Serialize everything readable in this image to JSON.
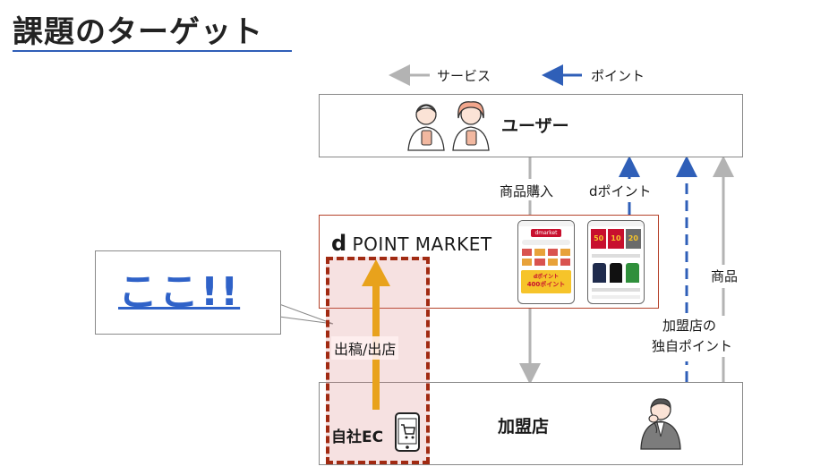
{
  "title": "課題のターゲット",
  "legend": {
    "service_label": "サービス",
    "point_label": "ポイント",
    "service_color": "#b3b3b3",
    "point_color": "#2f5fb8"
  },
  "nodes": {
    "user": "ユーザー",
    "market_d": "d",
    "market_name": "POINT MARKET",
    "store": "加盟店",
    "own_ec": "自社EC"
  },
  "edges": {
    "purchase": "商品購入",
    "d_point": "dポイント",
    "product": "商品",
    "store_point_line1": "加盟店の",
    "store_point_line2": "独自ポイント",
    "listing": "出稿/出店"
  },
  "callout": "ここ!!",
  "screens": {
    "left_brand": "dmarket",
    "left_banner_line1": "dポイント",
    "left_banner_line2": "400ポイント",
    "right_badge_1": "50",
    "right_badge_2": "10",
    "right_badge_3": "20"
  }
}
